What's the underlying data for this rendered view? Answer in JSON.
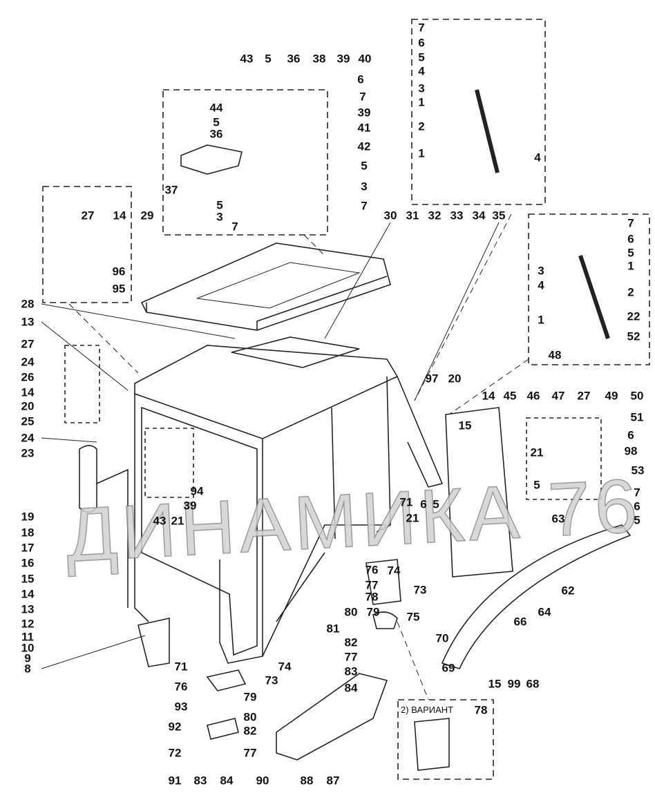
{
  "watermark": "ДИНАМИКА 76",
  "variant_note": "2) ВАРИАНТ",
  "labels": [
    "43",
    "5",
    "36",
    "38",
    "39",
    "40",
    "6",
    "7",
    "39",
    "41",
    "44",
    "5",
    "36",
    "42",
    "5",
    "3",
    "7",
    "5",
    "3",
    "7",
    "37",
    "7",
    "6",
    "5",
    "4",
    "3",
    "1",
    "2",
    "1",
    "4",
    "27",
    "14",
    "29",
    "96",
    "95",
    "7",
    "6",
    "5",
    "1",
    "3",
    "4",
    "2",
    "22",
    "1",
    "52",
    "48",
    "30",
    "31",
    "32",
    "33",
    "34",
    "35",
    "28",
    "13",
    "27",
    "24",
    "26",
    "14",
    "20",
    "25",
    "24",
    "23",
    "19",
    "18",
    "17",
    "16",
    "15",
    "14",
    "13",
    "12",
    "11",
    "10",
    "9",
    "8",
    "97",
    "20",
    "14",
    "45",
    "46",
    "47",
    "27",
    "49",
    "50",
    "15",
    "51",
    "6",
    "98",
    "21",
    "5",
    "53",
    "7",
    "6",
    "5",
    "94",
    "43",
    "21",
    "39",
    "71",
    "6",
    "21",
    "5",
    "63",
    "62",
    "64",
    "66",
    "76",
    "74",
    "77",
    "78",
    "73",
    "79",
    "75",
    "80",
    "81",
    "82",
    "77",
    "83",
    "84",
    "70",
    "69",
    "15",
    "99",
    "68",
    "71",
    "74",
    "73",
    "76",
    "93",
    "79",
    "80",
    "92",
    "82",
    "72",
    "77",
    "91",
    "83",
    "84",
    "90",
    "88",
    "87",
    "78"
  ]
}
